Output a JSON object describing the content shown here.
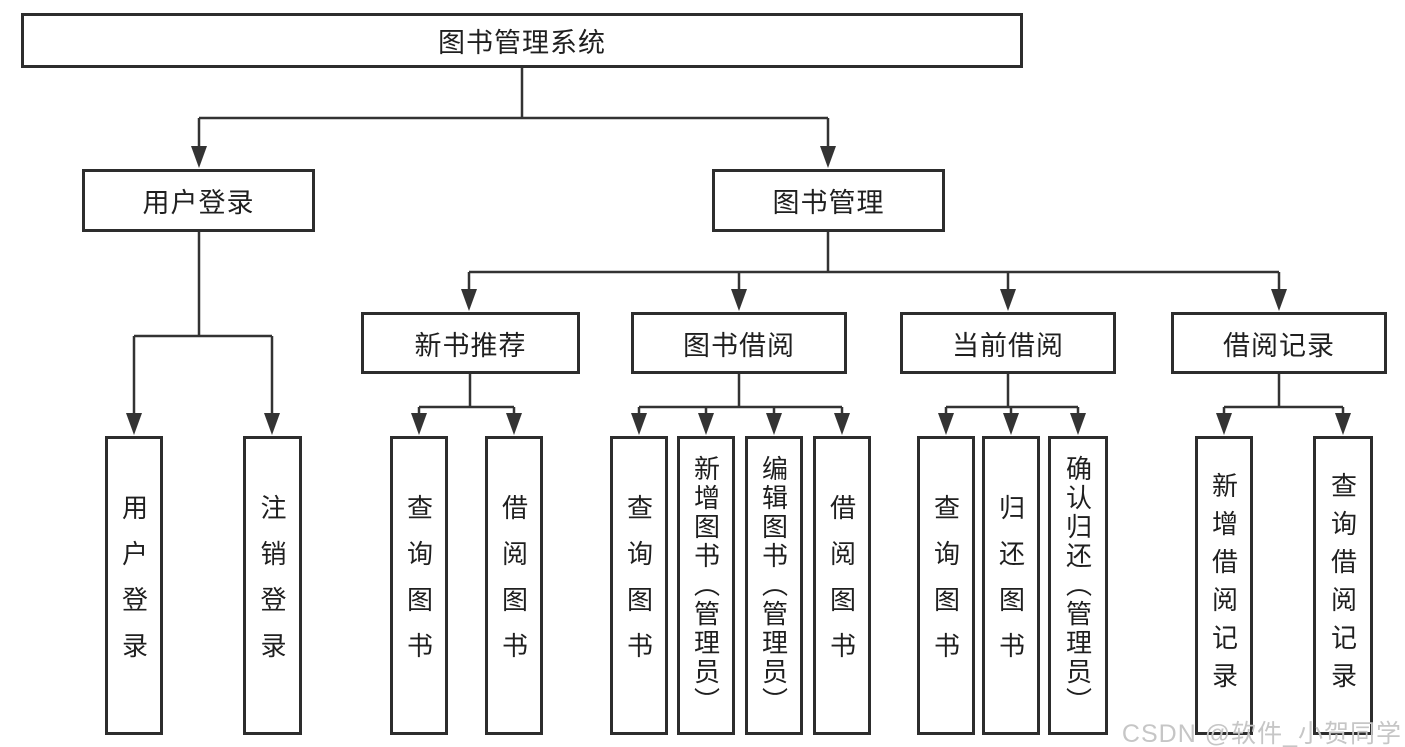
{
  "diagram": {
    "nodes": {
      "root": "图书管理系统",
      "user_login": "用户登录",
      "book_mgmt": "图书管理",
      "new_book_rec": "新书推荐",
      "book_borrow": "图书借阅",
      "current_borrow": "当前借阅",
      "borrow_records": "借阅记录",
      "ul_login": "用户登录",
      "ul_logout": "注销登录",
      "nb_query_book": "查询图书",
      "nb_borrow_book": "借阅图书",
      "bb_query_book": "查询图书",
      "bb_add_book": "新增图书（管理员）",
      "bb_edit_book": "编辑图书（管理员）",
      "bb_borrow_book": "借阅图书",
      "cb_query_book": "查询图书",
      "cb_return_book": "归还图书",
      "cb_confirm_return": "确认归还（管理员）",
      "br_add_record": "新增借阅记录",
      "br_query_record": "查询借阅记录"
    },
    "hierarchy": {
      "图书管理系统": {
        "用户登录": [
          "用户登录",
          "注销登录"
        ],
        "图书管理": {
          "新书推荐": [
            "查询图书",
            "借阅图书"
          ],
          "图书借阅": [
            "查询图书",
            "新增图书（管理员）",
            "编辑图书（管理员）",
            "借阅图书"
          ],
          "当前借阅": [
            "查询图书",
            "归还图书",
            "确认归还（管理员）"
          ],
          "借阅记录": [
            "新增借阅记录",
            "查询借阅记录"
          ]
        }
      }
    }
  },
  "watermark": "CSDN @软件_小贺同学",
  "colors": {
    "line": "#333333",
    "box_border": "#2d2d2d",
    "box_fill": "#ffffff",
    "text": "#1f1f1f",
    "background": "#ffffff",
    "watermark": "#c6c6c6"
  }
}
